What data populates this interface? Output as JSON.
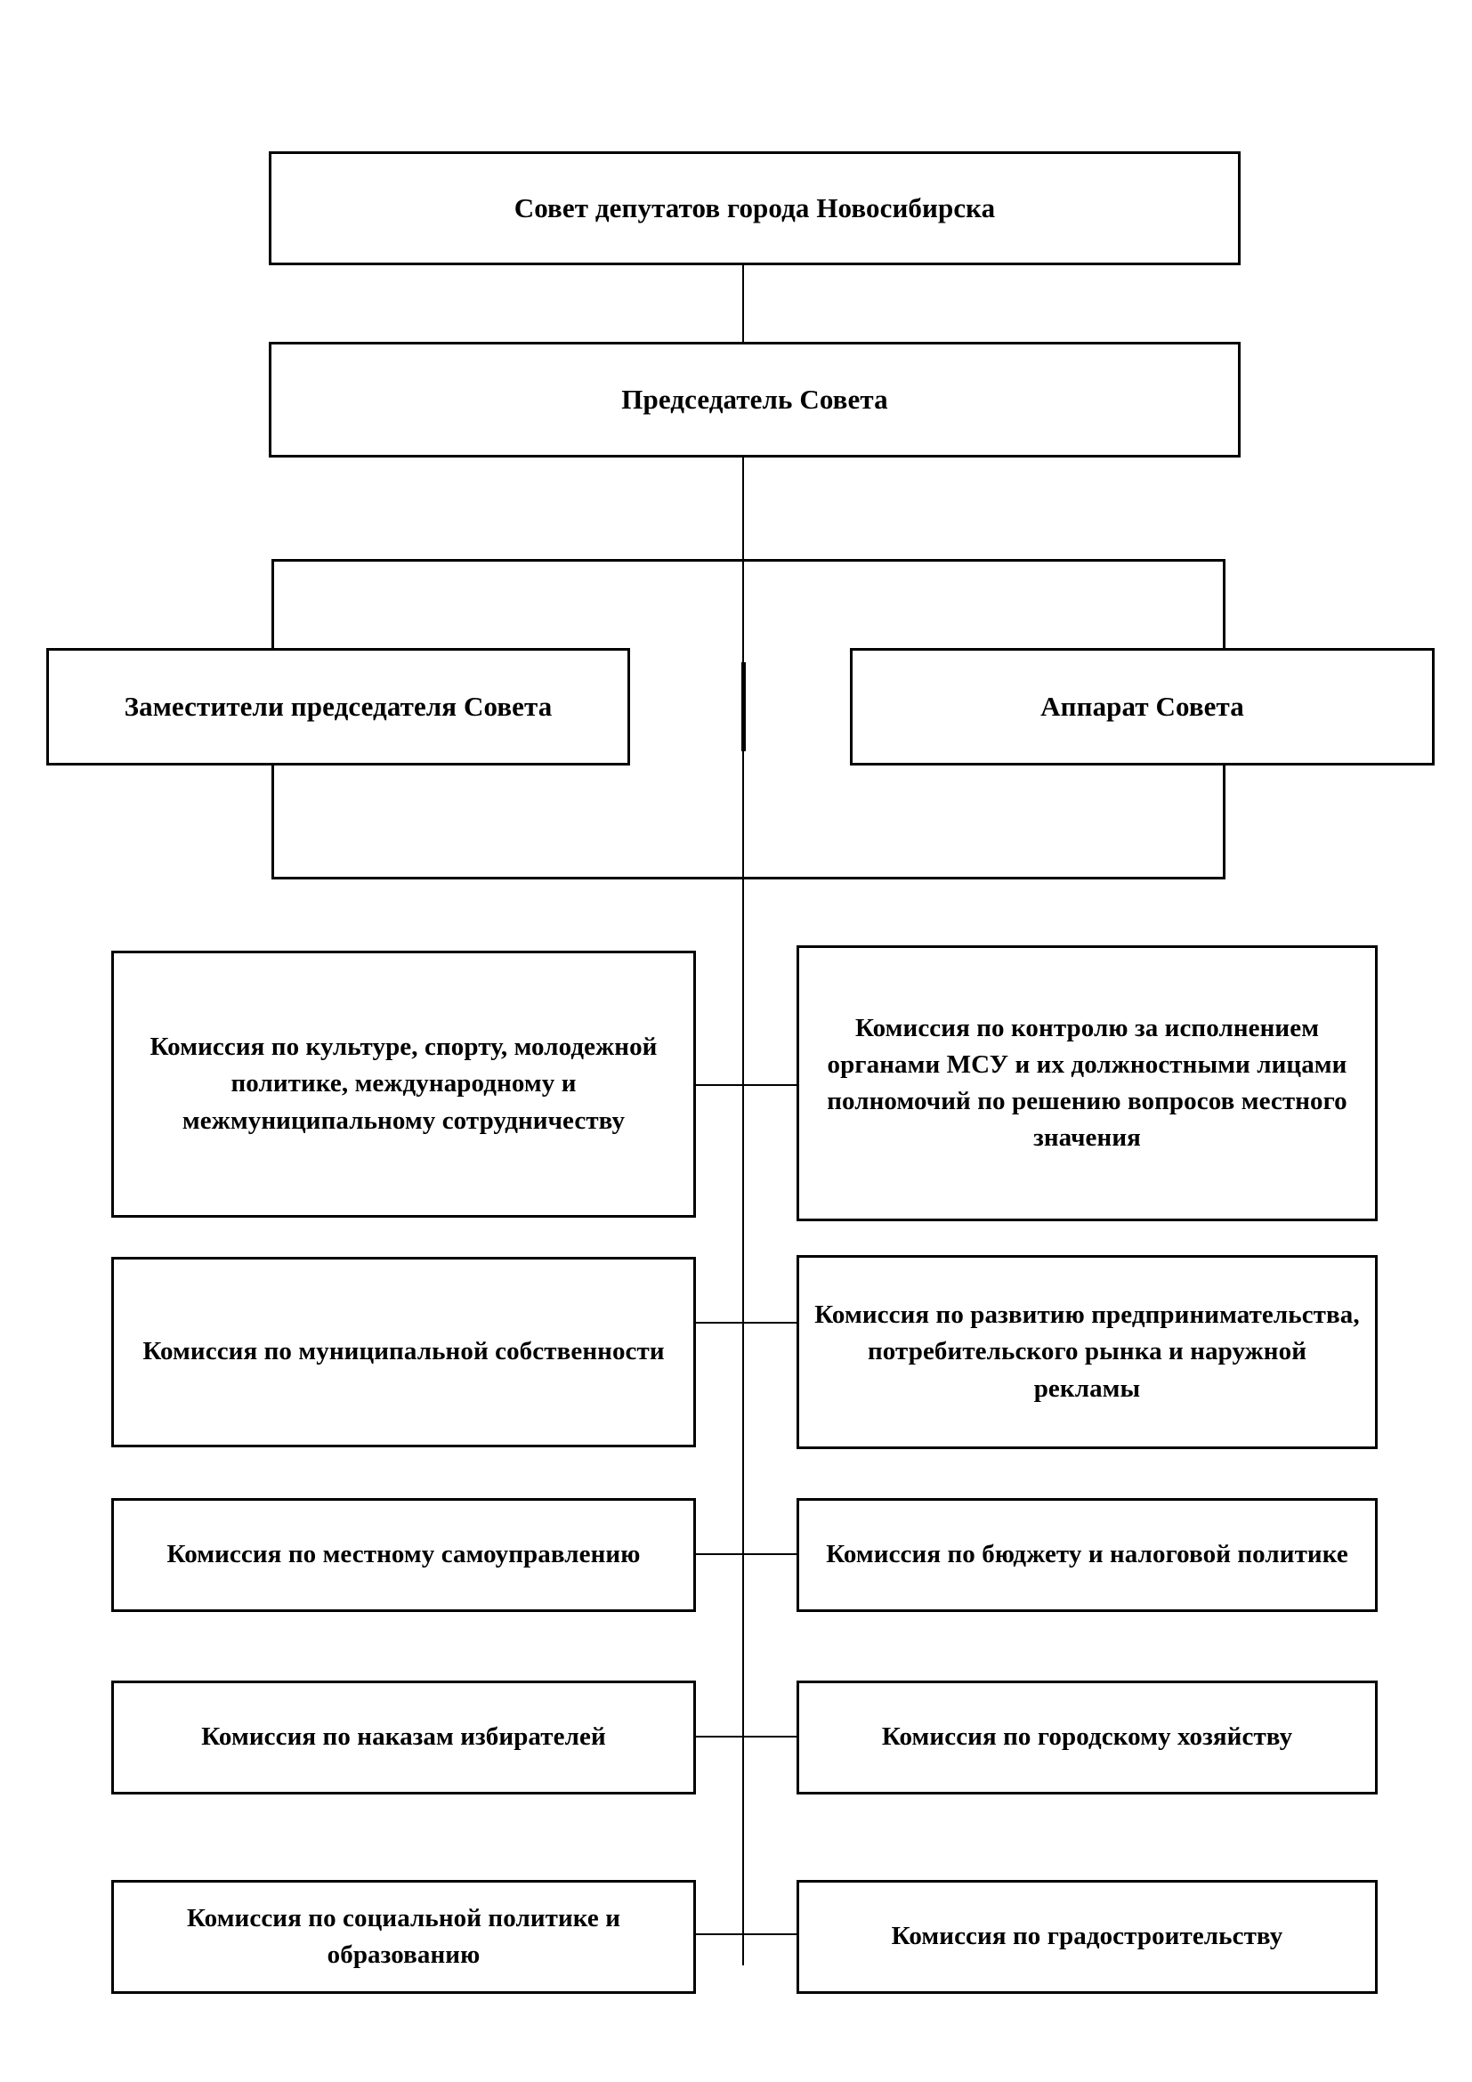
{
  "diagram": {
    "type": "org-chart",
    "orientation": "top-down",
    "title": "Совет депутатов города Новосибирска",
    "levels": [
      {
        "level": 1,
        "nodes": [
          {
            "id": "council",
            "label": "Совет депутатов города Новосибирска"
          }
        ]
      },
      {
        "level": 2,
        "nodes": [
          {
            "id": "chairman",
            "label": "Председатель Совета"
          }
        ]
      },
      {
        "level": 3,
        "nodes": [
          {
            "id": "deputy-chairmen",
            "label": "Заместители председателя Совета"
          },
          {
            "id": "apparatus",
            "label": "Аппарат Совета"
          }
        ]
      }
    ],
    "commissions": {
      "left_column": [
        {
          "id": "culture-sport",
          "label": "Комиссия по культуре, спорту, молодежной политике, международному и межмуниципальному сотрудничеству"
        },
        {
          "id": "municipal-property",
          "label": "Комиссия по муниципальной собственности"
        },
        {
          "id": "local-self-government",
          "label": "Комиссия по местному самоуправлению"
        },
        {
          "id": "voter-mandates",
          "label": "Комиссия по наказам избирателей"
        },
        {
          "id": "social-policy",
          "label": "Комиссия по социальной политике и образованию"
        }
      ],
      "right_column": [
        {
          "id": "msu-control",
          "label": "Комиссия по контролю за исполнением органами МСУ и их должностными лицами полномочий по решению вопросов местного значения"
        },
        {
          "id": "entrepreneurship",
          "label": "Комиссия по развитию предпринимательства, потребительского рынка и наружной рекламы"
        },
        {
          "id": "budget-tax",
          "label": "Комиссия по бюджету и налоговой политике"
        },
        {
          "id": "city-economy",
          "label": "Комиссия по городскому хозяйству"
        },
        {
          "id": "urban-planning",
          "label": "Комиссия по градостроительству"
        }
      ]
    },
    "colors": {
      "background": "#ffffff",
      "border": "#000000",
      "text": "#000000"
    }
  }
}
